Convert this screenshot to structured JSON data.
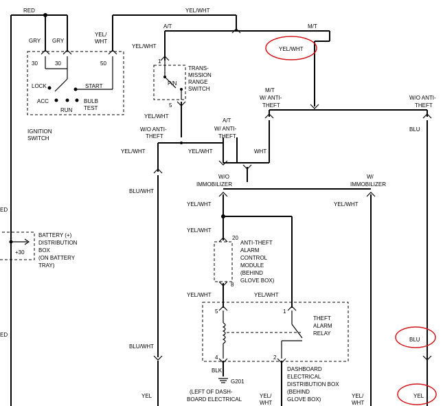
{
  "labels": {
    "red_top": "RED",
    "yel_wht_top": "YEL/WHT",
    "at": "A/T",
    "mt": "M/T",
    "gry1": "GRY",
    "gry2": "GRY",
    "yel_wht_sw_1": "YEL/",
    "yel_wht_sw_2": "WHT",
    "yel_wht_trans": "YEL/WHT",
    "yel_wht_circled": "YEL/WHT",
    "ign_30a": "30",
    "ign_30b": "30",
    "ign_50": "50",
    "lock": "LOCK",
    "start": "START",
    "acc": "ACC",
    "bulb_test_1": "BULB",
    "bulb_test_2": "TEST",
    "run": "RUN",
    "ign_sw_1": "IGNITION",
    "ign_sw_2": "SWITCH",
    "trs_pin1": "1",
    "trs_1": "TRANS-",
    "trs_2": "MISSION",
    "trs_3": "RANGE",
    "trs_4": "SWITCH",
    "trs_pn": "P/N",
    "trs_pin5": "5",
    "yel_wht_trs_out": "YEL/WHT",
    "wo_anti_l1": "W/O ANTI-",
    "wo_anti_l2": "THEFT",
    "w_anti_1": "A/T",
    "w_anti_2": "W/ ANTI-",
    "w_anti_3": "THEFT",
    "mt_w_1": "M/T",
    "mt_w_2": "W/ ANTI-",
    "mt_w_3": "THEFT",
    "wo_anti_r1": "W/O ANTI-",
    "wo_anti_r2": "THEFT",
    "blu_right": "BLU",
    "yel_wht_l": "YEL/WHT",
    "yel_wht_m": "YEL/WHT",
    "wht": "WHT",
    "blu_wht_1": "BLU/WHT",
    "wo_immob_1": "W/O",
    "wo_immob_2": "IMMOBILIZER",
    "w_immob_1": "W/",
    "w_immob_2": "IMMOBILIZER",
    "red_left_1": "ED",
    "yel_wht_c1": "YEL/WHT",
    "yel_wht_r1": "YEL/WHT",
    "yel_wht_c2": "YEL/WHT",
    "batt_1": "BATTERY (+)",
    "batt_2": "DISTRIBUTION",
    "batt_3": "BOX",
    "batt_4": "(ON BATTERY",
    "batt_5": "TRAY)",
    "batt_30": "+30",
    "atam_pin20": "20",
    "atam_1": "ANTI-THEFT",
    "atam_2": "ALARM",
    "atam_3": "CONTROL",
    "atam_4": "MODULE",
    "atam_5": "(BEHIND",
    "atam_6": "GLOVE BOX)",
    "atam_pin8": "8",
    "yel_wht_c3": "YEL/WHT",
    "yel_wht_c4": "YEL/WHT",
    "tar_pin5": "5",
    "tar_pin1": "1",
    "tar_1": "THEFT",
    "tar_2": "ALARM",
    "tar_3": "RELAY",
    "red_left_2": "ED",
    "blu_circled": "BLU",
    "blu_wht_2": "BLU/WHT",
    "tar_pin4": "4",
    "tar_pin2": "2",
    "blk": "BLK",
    "g201": "G201",
    "ground_1": "(LEFT OF DASH-",
    "ground_2": "BOARD ELECTRICAL",
    "dash_1": "DASHBOARD",
    "dash_2": "ELECTRICAL",
    "dash_3": "DISTRIBUTION BOX",
    "dash_4": "(BEHIND",
    "dash_5": "GLOVE BOX)",
    "yel_1": "YEL",
    "yel_wht_b1_1": "YEL/",
    "yel_wht_b1_2": "WHT",
    "yel_wht_b2_1": "YEL/",
    "yel_wht_b2_2": "WHT",
    "yel_circled": "YEL"
  }
}
